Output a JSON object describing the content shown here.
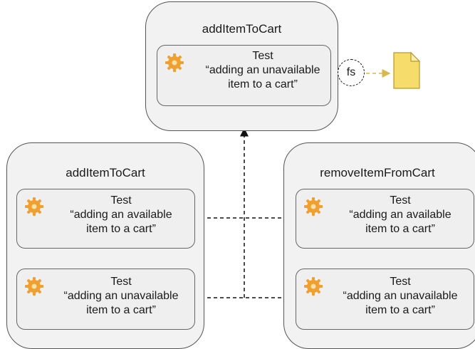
{
  "modules": {
    "top": {
      "title": "addItemToCart",
      "test": {
        "heading": "Test",
        "line1": "“adding an unavailable",
        "line2": "item to a cart”"
      }
    },
    "left": {
      "title": "addItemToCart",
      "tests": [
        {
          "heading": "Test",
          "line1": "“adding an available",
          "line2": "item to a cart”"
        },
        {
          "heading": "Test",
          "line1": "“adding an unavailable",
          "line2": "item to a cart”"
        }
      ]
    },
    "right": {
      "title": "removeItemFromCart",
      "tests": [
        {
          "heading": "Test",
          "line1": "“adding an available",
          "line2": "item to a cart”"
        },
        {
          "heading": "Test",
          "line1": "“adding an unavailable",
          "line2": "item to a cart”"
        }
      ]
    }
  },
  "fs_label": "fs",
  "colors": {
    "gear": "#f0a030",
    "file": "#f6dc6a",
    "arrow_yellow": "#d9b84a"
  },
  "icons": {
    "test": "gear-icon",
    "file": "file-icon"
  }
}
